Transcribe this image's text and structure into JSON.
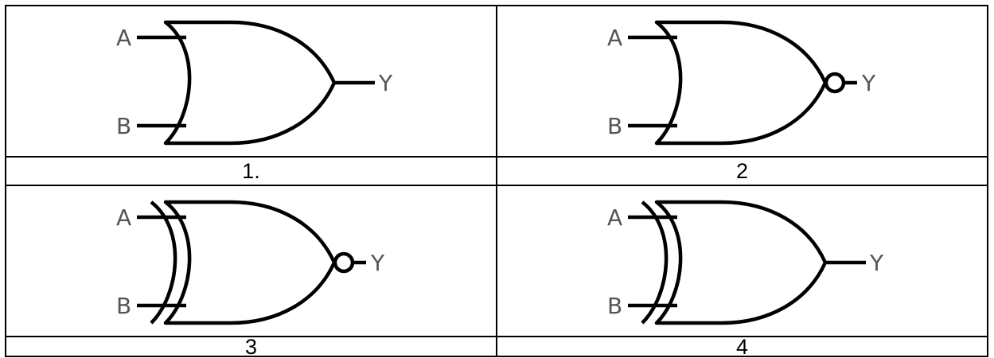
{
  "gates": [
    {
      "label": "1.",
      "input_a": "A",
      "input_b": "B",
      "output": "Y",
      "inverted_output": false,
      "double_input_curve": false
    },
    {
      "label": "2",
      "input_a": "A",
      "input_b": "B",
      "output": "Y",
      "inverted_output": true,
      "double_input_curve": false
    },
    {
      "label": "3",
      "input_a": "A",
      "input_b": "B",
      "output": "Y",
      "inverted_output": true,
      "double_input_curve": true
    },
    {
      "label": "4",
      "input_a": "A",
      "input_b": "B",
      "output": "Y",
      "inverted_output": false,
      "double_input_curve": true
    }
  ],
  "colors": {
    "line": "#000000",
    "pin_text": "#555555",
    "border": "#000000"
  }
}
